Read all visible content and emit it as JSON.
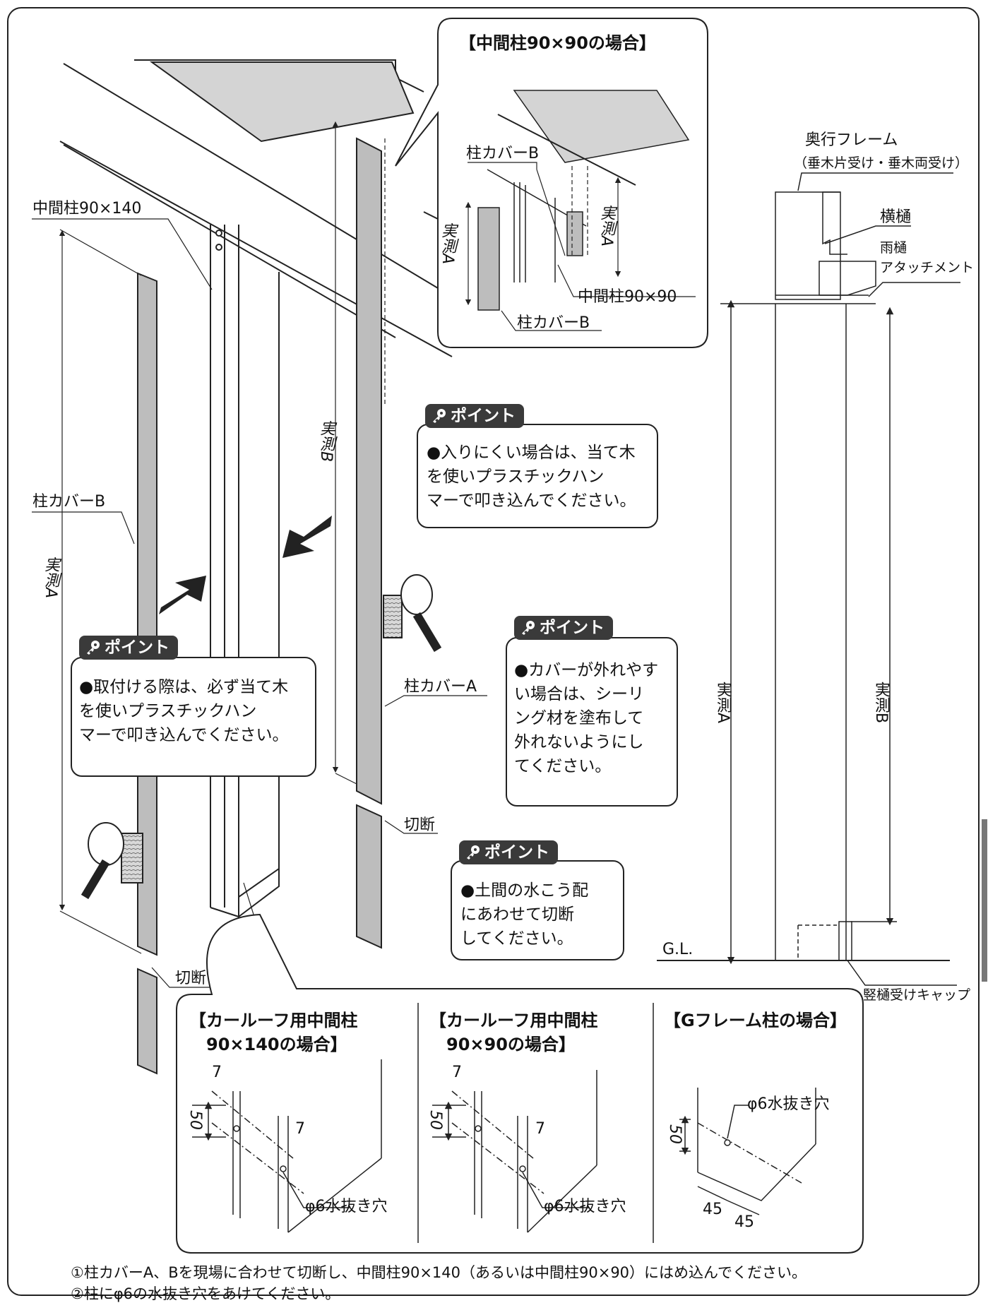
{
  "labels": {
    "inset_title": "【中間柱90×90の場合】",
    "inset_cover_b_top": "柱カバーB",
    "inset_cover_b_bottom": "柱カバーB",
    "inset_post": "中間柱90×90",
    "inset_measure_a_left": "実測A",
    "inset_measure_a_right": "実測A",
    "mid_post_140": "中間柱90×140",
    "cover_b_left": "柱カバーB",
    "measure_a_left": "実測A",
    "measure_b_center": "実測B",
    "cover_a": "柱カバーA",
    "cut_left": "切断",
    "cut_center": "切断",
    "right_frame": "奥行フレーム",
    "right_frame_sub": "（垂木片受け・垂木両受け）",
    "right_gutter": "横樋",
    "right_attach_1": "雨樋",
    "right_attach_2": "アタッチメント",
    "right_measure_a": "実測A",
    "right_measure_b": "実測B",
    "right_gl": "G.L.",
    "right_cap": "竪樋受けキャップ"
  },
  "points": [
    {
      "tag": "ポイント",
      "text": "●入りにくい場合は、当て木\nを使いプラスチックハン\nマーで叩き込んでください。"
    },
    {
      "tag": "ポイント",
      "text": "●取付ける際は、必ず当て木\nを使いプラスチックハン\nマーで叩き込んでください。"
    },
    {
      "tag": "ポイント",
      "text": "●カバーが外れやす\nい場合は、シーリ\nング材を塗布して\n外れないようにし\nてください。"
    },
    {
      "tag": "ポイント",
      "text": "●土間の水こう配\nにあわせて切断\nしてください。"
    }
  ],
  "details": [
    {
      "title": "【カールーフ用中間柱\n　90×140の場合】",
      "dim_top": "7",
      "dim_side": "50",
      "dim_mid": "7",
      "hole": "φ6水抜き穴"
    },
    {
      "title": "【カールーフ用中間柱\n　90×90の場合】",
      "dim_top": "7",
      "dim_side": "50",
      "dim_mid": "7",
      "hole": "φ6水抜き穴"
    },
    {
      "title": "【Gフレーム柱の場合】",
      "hole": "φ6水抜き穴",
      "dim_side": "50",
      "dim_a": "45",
      "dim_b": "45"
    }
  ],
  "notes": [
    "①柱カバーA、Bを現場に合わせて切断し、中間柱90×140（あるいは中間柱90×90）にはめ込んでください。",
    "②柱にφ6の水抜き穴をあけてください。"
  ],
  "colors": {
    "line": "#222222",
    "cover_fill": "#bdbdbd",
    "roof_fill": "#d4d4d4",
    "tag_bg": "#3a3a3a"
  }
}
